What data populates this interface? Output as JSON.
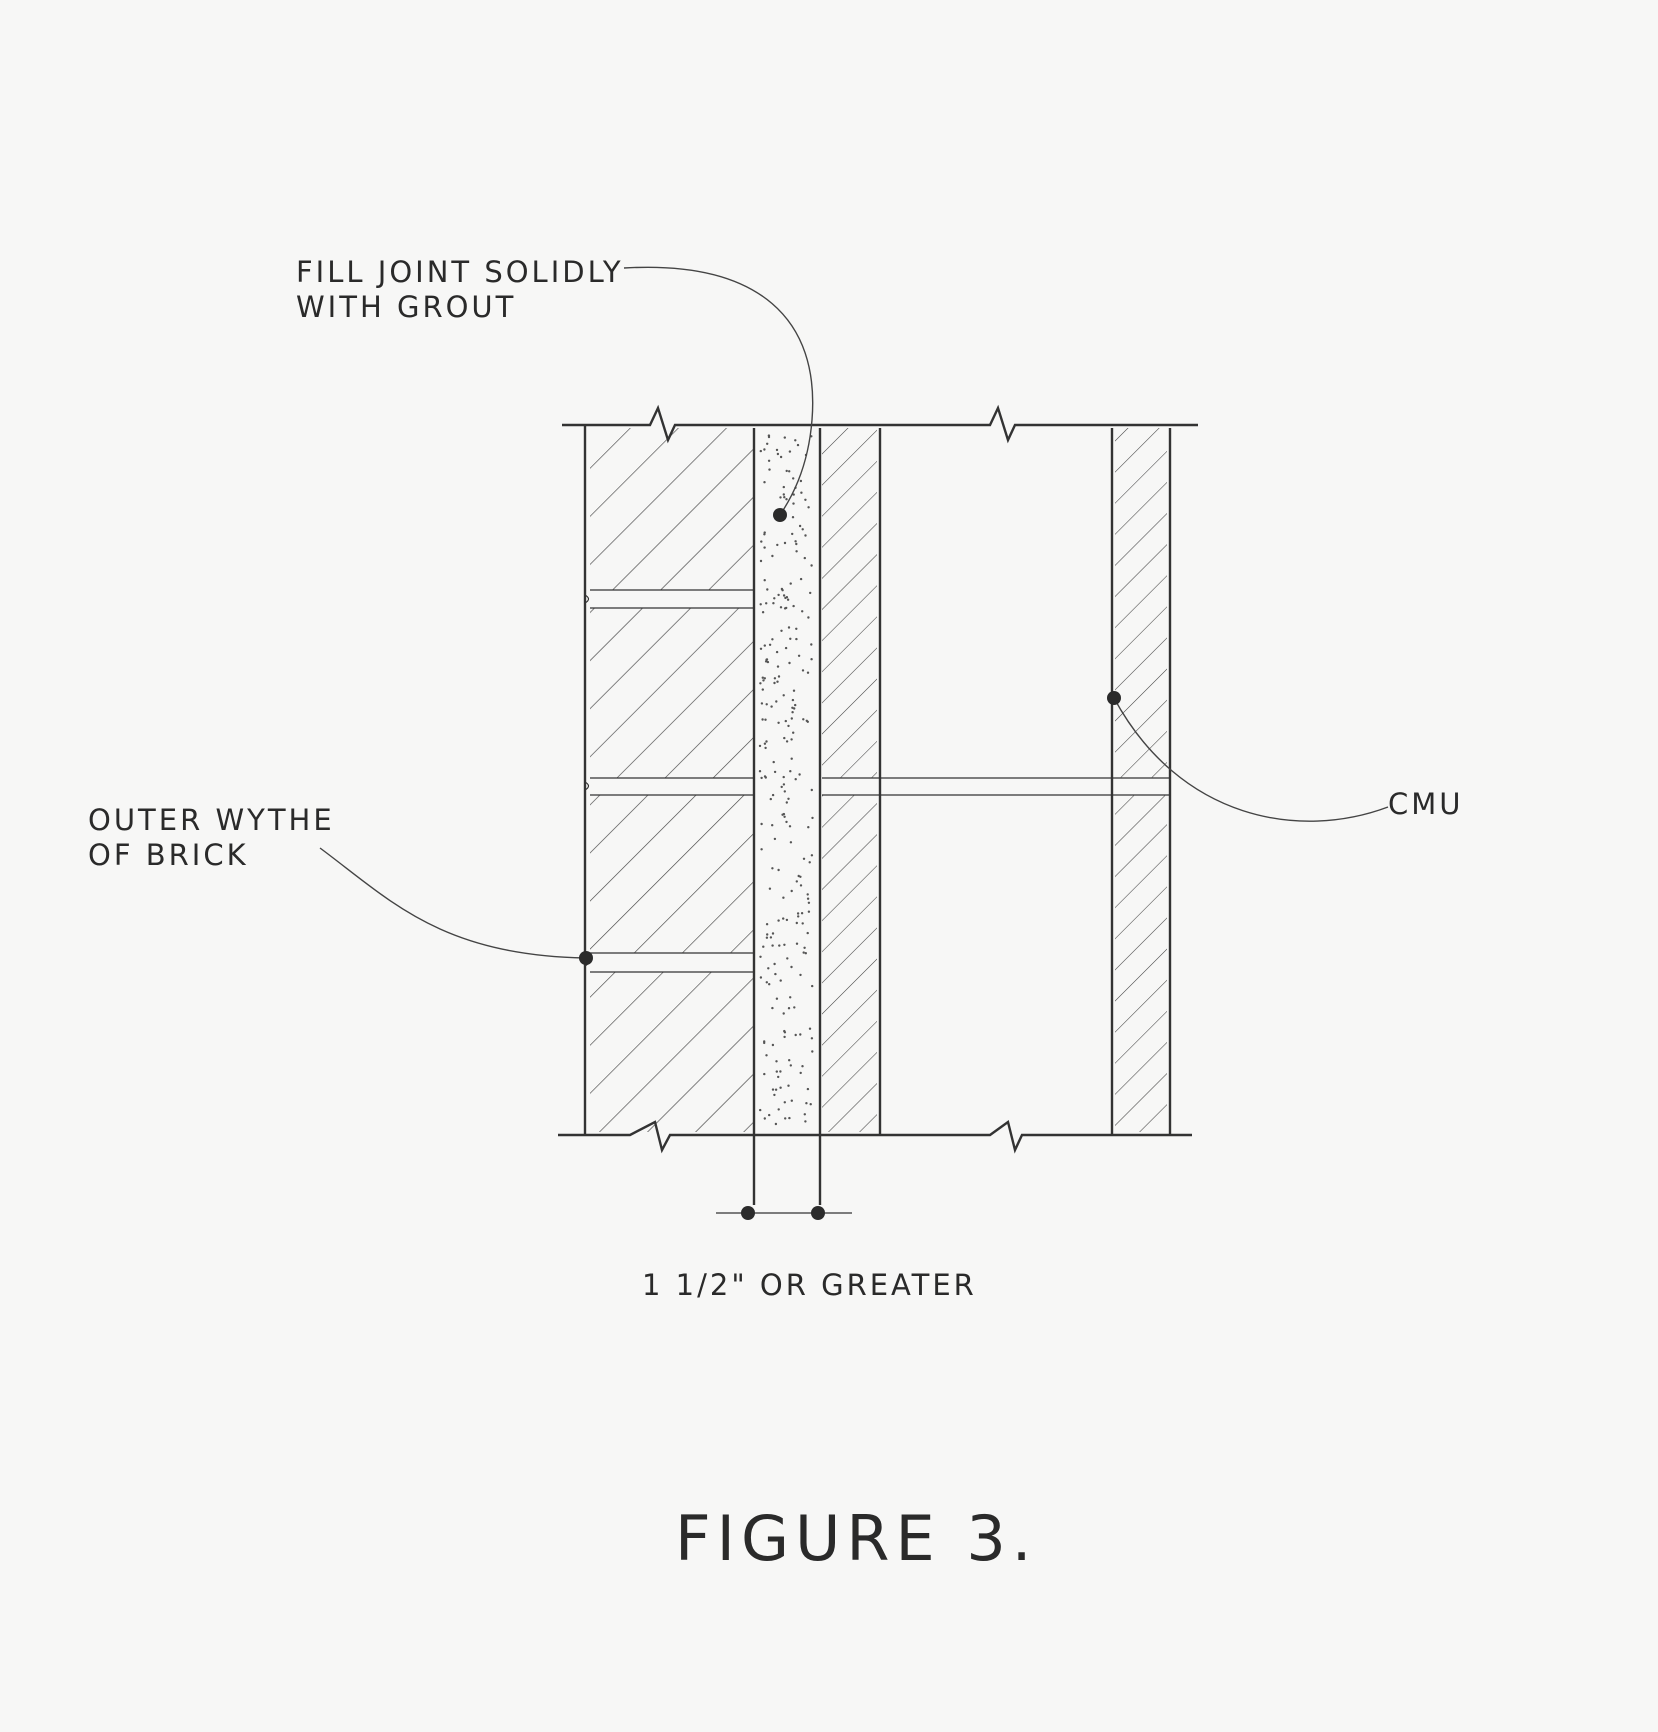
{
  "labels": {
    "grout_line1": "FILL JOINT SOLIDLY",
    "grout_line2": "WITH GROUT",
    "brick_line1": "OUTER WYTHE",
    "brick_line2": "OF BRICK",
    "cmu": "CMU",
    "dimension": "1 1/2\" OR GREATER"
  },
  "figure_title": "FIGURE 3.",
  "colors": {
    "ink": "#333333",
    "paper": "#f7f7f6"
  }
}
